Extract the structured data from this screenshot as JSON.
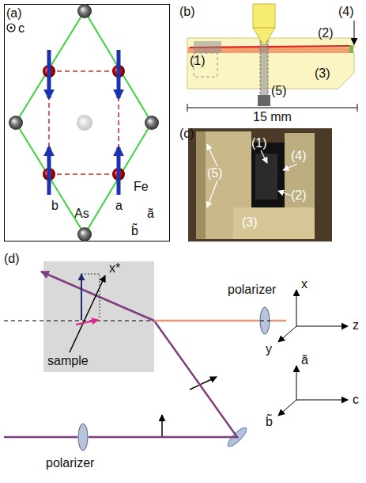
{
  "diagram": {
    "nodes": [
      {
        "text": [
          "c",
          "b",
          "a",
          "Fe",
          "As",
          "ã",
          "b̃"
        ]
      },
      {
        "text": [
          "x*",
          "sample"
        ]
      },
      {
        "text": [
          "polarizer"
        ]
      },
      {
        "text": [
          "polarizer"
        ]
      }
    ],
    "edges": [
      {
        "from": 3,
        "to": 1,
        "arrow": "none"
      },
      {
        "from": 1,
        "to": 2,
        "arrow": "none"
      }
    ],
    "labels": [
      "(a)",
      "(b)",
      "(1)",
      "(2)",
      "(4)",
      "(3)",
      "(5)",
      "15 mm",
      "(c)",
      "(1)",
      "(4)",
      "(5)",
      "(2)",
      "(3)",
      "(d)",
      "x",
      "z",
      "y",
      "ã",
      "c",
      "b̃"
    ]
  }
}
